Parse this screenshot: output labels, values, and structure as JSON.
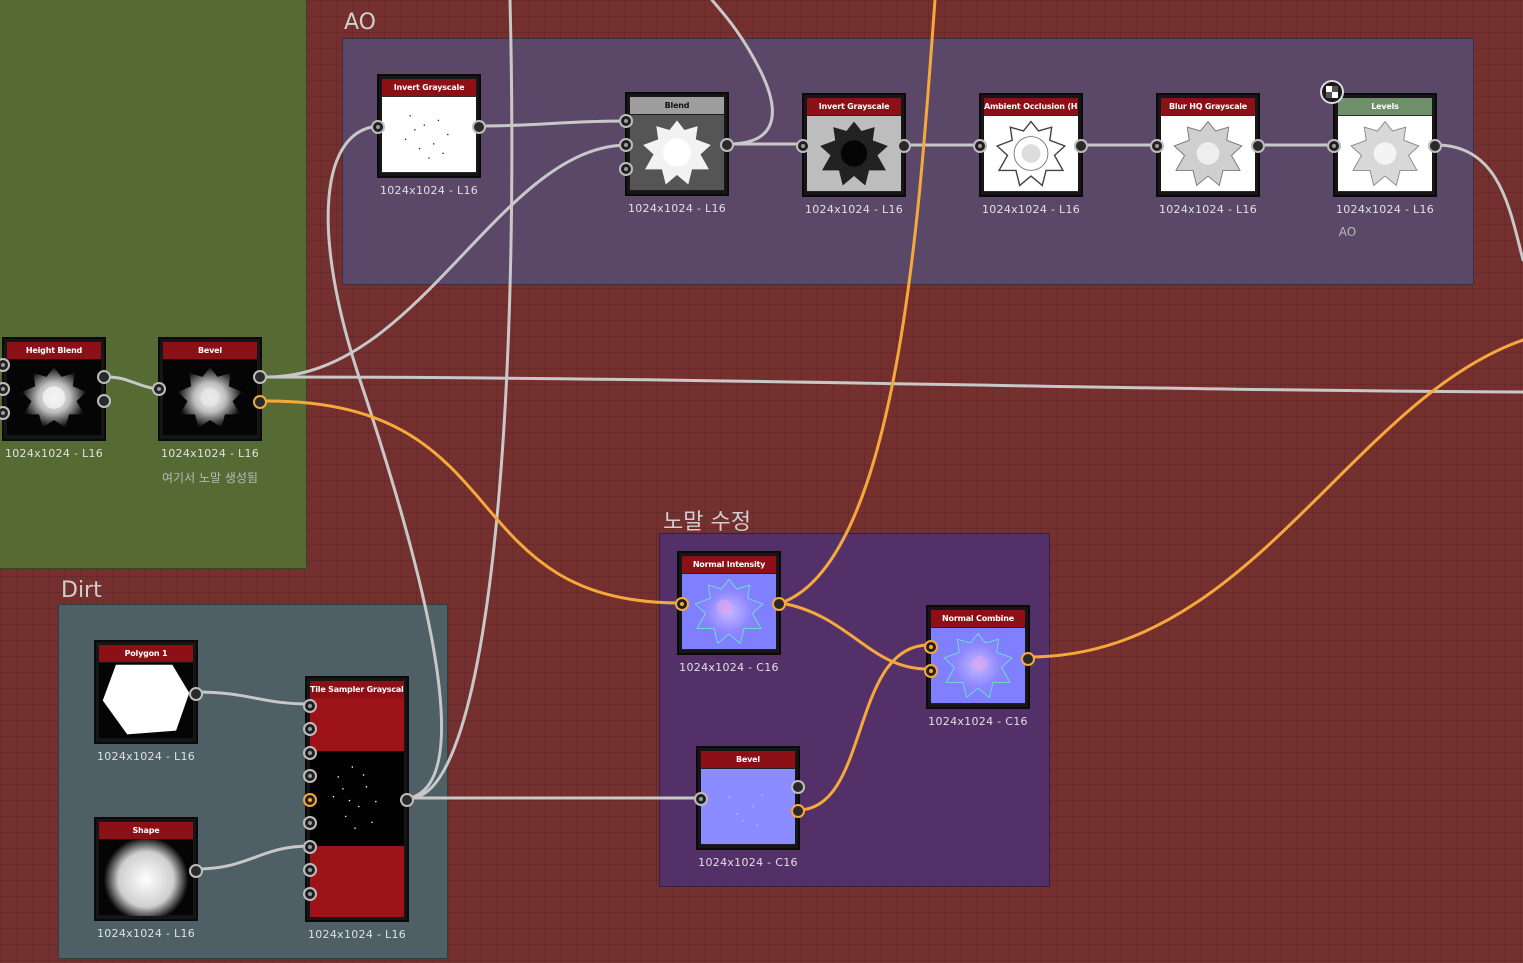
{
  "frames": [
    {
      "id": "green",
      "title": "",
      "color": "#566a34"
    },
    {
      "id": "ao",
      "title": "AO",
      "color": "#5b4868"
    },
    {
      "id": "dirt",
      "title": "Dirt",
      "color": "#4e5f66"
    },
    {
      "id": "normal",
      "title": "노말 수정",
      "color": "#533168"
    }
  ],
  "nodes": [
    {
      "id": "height-blend",
      "title": "Height Blend",
      "info": "1024x1024 - L16"
    },
    {
      "id": "bevel-1",
      "title": "Bevel",
      "info": "1024x1024 - L16",
      "comment": "여기서 노말 생성됨"
    },
    {
      "id": "invert-1",
      "title": "Invert Grayscale",
      "info": "1024x1024 - L16"
    },
    {
      "id": "blend",
      "title": "Blend",
      "info": "1024x1024 - L16"
    },
    {
      "id": "invert-2",
      "title": "Invert Grayscale",
      "info": "1024x1024 - L16"
    },
    {
      "id": "hbao",
      "title": "Ambient Occlusion (HBAO)",
      "info": "1024x1024 - L16"
    },
    {
      "id": "blur",
      "title": "Blur HQ Grayscale",
      "info": "1024x1024 - L16"
    },
    {
      "id": "levels",
      "title": "Levels",
      "info": "1024x1024 - L16",
      "comment": "AO"
    },
    {
      "id": "normal-intensity",
      "title": "Normal Intensity",
      "info": "1024x1024 - C16"
    },
    {
      "id": "normal-combine",
      "title": "Normal Combine",
      "info": "1024x1024 - C16"
    },
    {
      "id": "bevel-2",
      "title": "Bevel",
      "info": "1024x1024 - C16"
    },
    {
      "id": "polygon",
      "title": "Polygon 1",
      "info": "1024x1024 - L16"
    },
    {
      "id": "shape",
      "title": "Shape",
      "info": "1024x1024 - L16"
    },
    {
      "id": "tile-sampler",
      "title": "Tile Sampler Grayscale",
      "info": "1024x1024 - L16"
    }
  ],
  "colors": {
    "background": "#742f2f",
    "node_header": "#8c1016",
    "levels_header": "#6e8f6a",
    "blend_header": "#9e9e9e",
    "grayscale_wire": "#c8c8c8",
    "color_wire": "#f6a93b"
  },
  "icons": {
    "badge": "checker-badge-icon"
  }
}
